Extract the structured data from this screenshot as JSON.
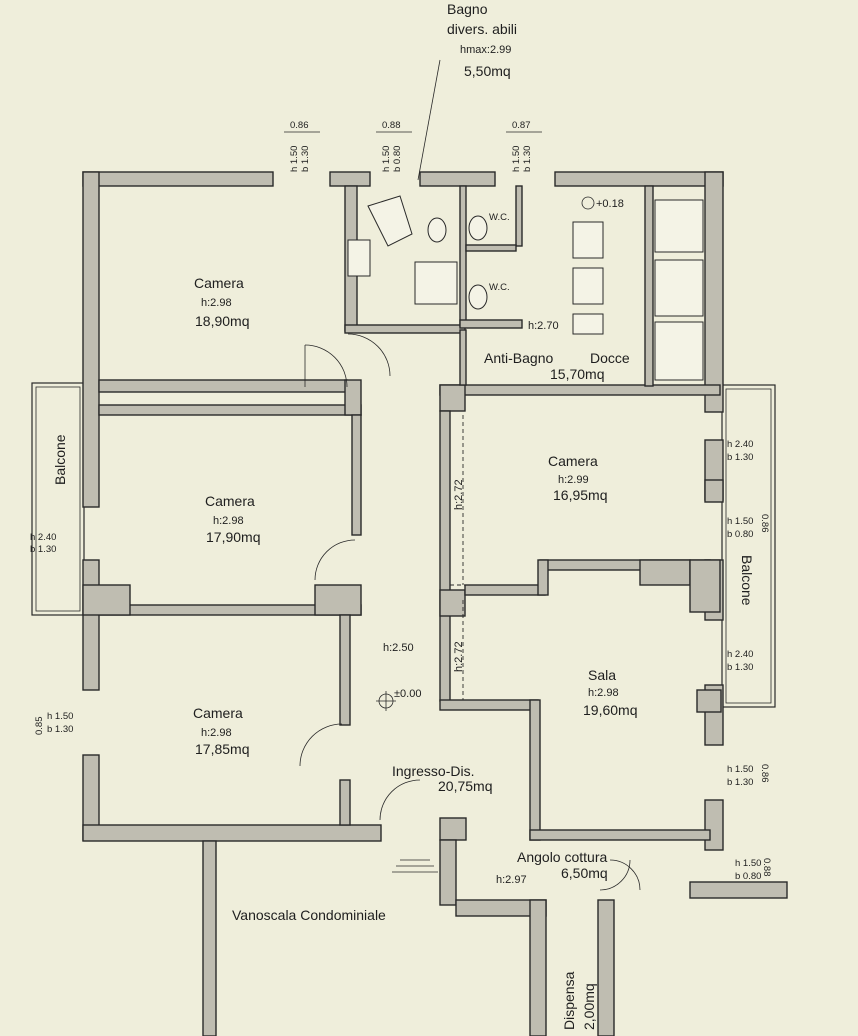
{
  "rooms": {
    "bagno": {
      "name_1": "Bagno",
      "name_2": "divers. abili",
      "height": "hmax:2.99",
      "area": "5,50mq"
    },
    "camera_1": {
      "name": "Camera",
      "height": "h:2.98",
      "area": "18,90mq"
    },
    "camera_2": {
      "name": "Camera",
      "height": "h:2.98",
      "area": "17,90mq"
    },
    "camera_3": {
      "name": "Camera",
      "height": "h:2.98",
      "area": "17,85mq"
    },
    "camera_4": {
      "name": "Camera",
      "height": "h:2.99",
      "area": "16,95mq"
    },
    "sala": {
      "name": "Sala",
      "height": "h:2.98",
      "area": "19,60mq"
    },
    "antibagno": {
      "name": "Anti-Bagno",
      "docce": "Docce",
      "area": "15,70mq",
      "height": "h:2.70"
    },
    "ingresso": {
      "name": "Ingresso-Dis.",
      "area": "20,75mq",
      "height": "h:2.50",
      "level": "±0.00"
    },
    "angolo_cottura": {
      "name": "Angolo cottura",
      "area": "6,50mq",
      "height": "h:2.97"
    },
    "vanoscala": {
      "name": "Vanoscala Condominiale"
    },
    "dispensa": {
      "name": "Dispensa",
      "area": "2,00mq"
    },
    "wc_1": {
      "name": "W.C."
    },
    "wc_2": {
      "name": "W.C."
    },
    "balcone_left": {
      "name": "Balcone"
    },
    "balcone_right": {
      "name": "Balcone"
    }
  },
  "level_marks": {
    "docce": "+0.18"
  },
  "corridor_heights": {
    "upper": "h:2.72",
    "lower": "h:2.72"
  },
  "windows": {
    "top_1": {
      "width": "0.86",
      "h": "h 1.50",
      "b": "b 1.30"
    },
    "top_2": {
      "width": "0.88",
      "h": "h 1.50",
      "b": "b 0.80"
    },
    "top_3": {
      "width": "0.87",
      "h": "h 1.50",
      "b": "b 1.30"
    },
    "left_1": {
      "h": "h 2.40",
      "b": "b 1.30"
    },
    "left_2": {
      "width": "0.85",
      "h": "h 1.50",
      "b": "b 1.30"
    },
    "right_1": {
      "h": "h 2.40",
      "b": "b 1.30"
    },
    "right_2": {
      "width": "0.86",
      "h": "h 1.50",
      "b": "b 0.80"
    },
    "right_3": {
      "h": "h 2.40",
      "b": "b 1.30"
    },
    "right_4": {
      "width": "0.86",
      "h": "h 1.50",
      "b": "b 1.30"
    },
    "right_5": {
      "width": "0.88",
      "h": "h 1.50",
      "b": "b 0.80"
    }
  }
}
